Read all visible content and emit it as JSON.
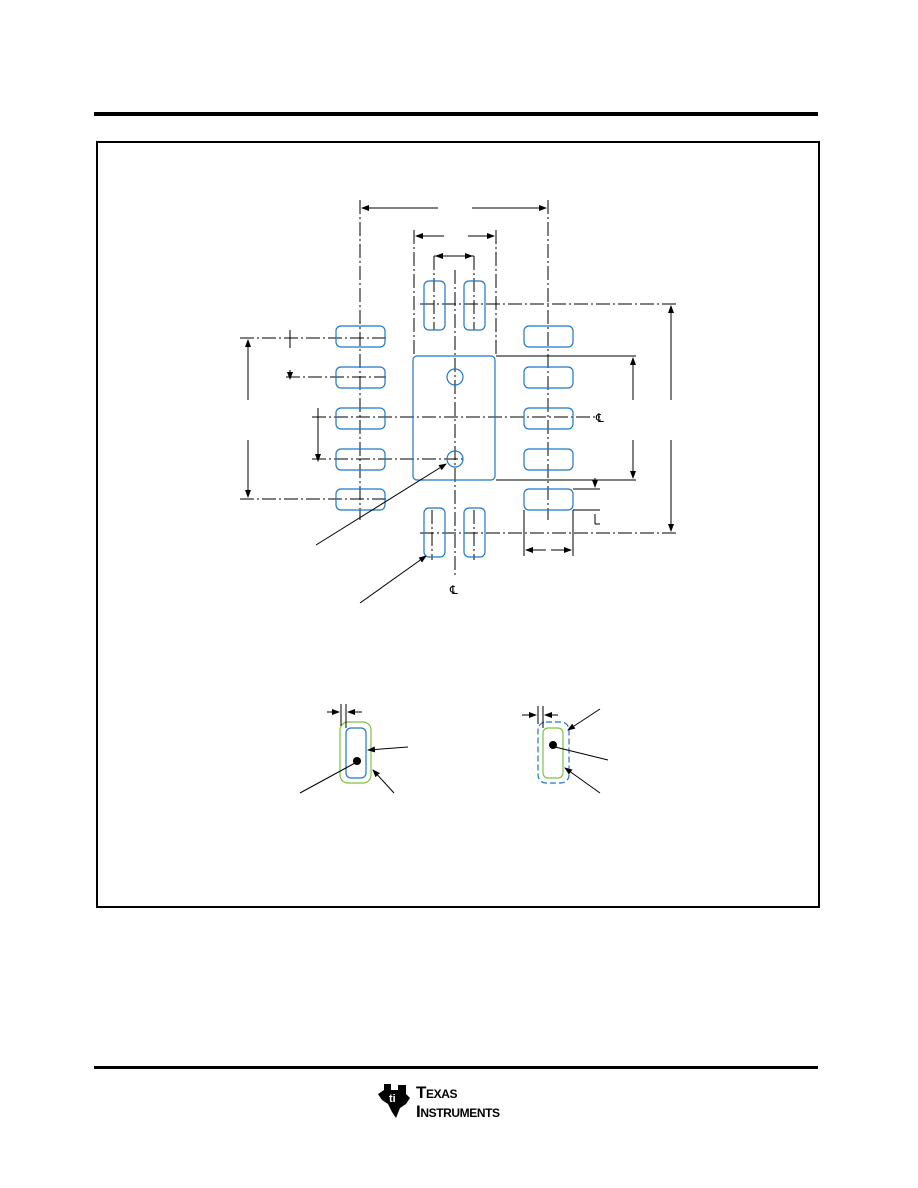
{
  "diagram": {
    "centerline_symbol": "℄",
    "colors": {
      "line": "#000000",
      "pad": "#1f78c8",
      "solder_mask": "#7fc242"
    }
  },
  "footer": {
    "logo": {
      "line1_first": "T",
      "line1_rest": "EXAS",
      "line2_first": "I",
      "line2_rest": "NSTRUMENTS",
      "icon": "ti-state-logo-icon"
    }
  }
}
